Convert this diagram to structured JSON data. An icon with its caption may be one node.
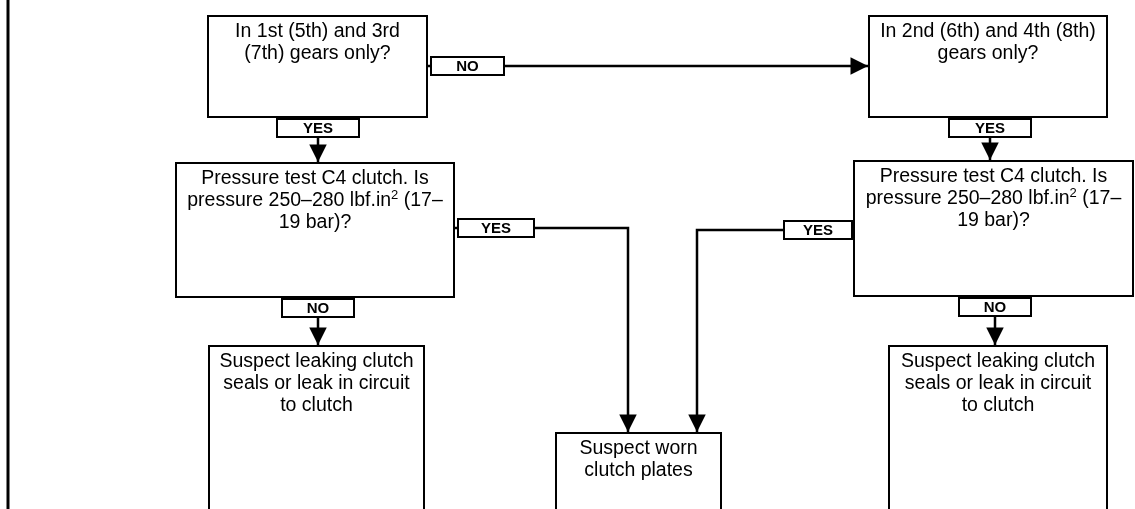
{
  "diagram": {
    "nodes": [
      {
        "text": [
          "In 1st (5th) and 3rd (7th) gears only?"
        ]
      },
      {
        "text": [
          "In 2nd (6th) and 4th (8th) gears only?"
        ]
      },
      {
        "text": [
          "Pressure test C4 clutch.  Is pressure 250–280 lbf.in$^{2}$ (17–19 bar)?"
        ]
      },
      {
        "text": [
          "Pressure test C4 clutch.  Is pressure 250–280 lbf.in$^{2}$ (17–19 bar)?"
        ]
      },
      {
        "text": [
          "Suspect leaking clutch seals or leak in circuit to clutch"
        ]
      },
      {
        "text": [
          "Suspect worn clutch plates"
        ]
      },
      {
        "text": [
          "Suspect leaking clutch seals or leak in circuit to clutch"
        ]
      }
    ],
    "edges": [
      {
        "from": 0,
        "to": 1,
        "arrow": "to",
        "label": "NO"
      },
      {
        "from": 0,
        "to": 2,
        "arrow": "to",
        "label": "YES"
      },
      {
        "from": 2,
        "to": 5,
        "arrow": "to",
        "label": "YES"
      },
      {
        "from": 1,
        "to": 3,
        "arrow": "to",
        "label": "YES"
      },
      {
        "from": 3,
        "to": 5,
        "arrow": "to",
        "label": "YES"
      },
      {
        "from": 2,
        "to": 4,
        "arrow": "to",
        "label": "NO"
      },
      {
        "from": 3,
        "to": 6,
        "arrow": "to",
        "label": "NO"
      }
    ]
  }
}
